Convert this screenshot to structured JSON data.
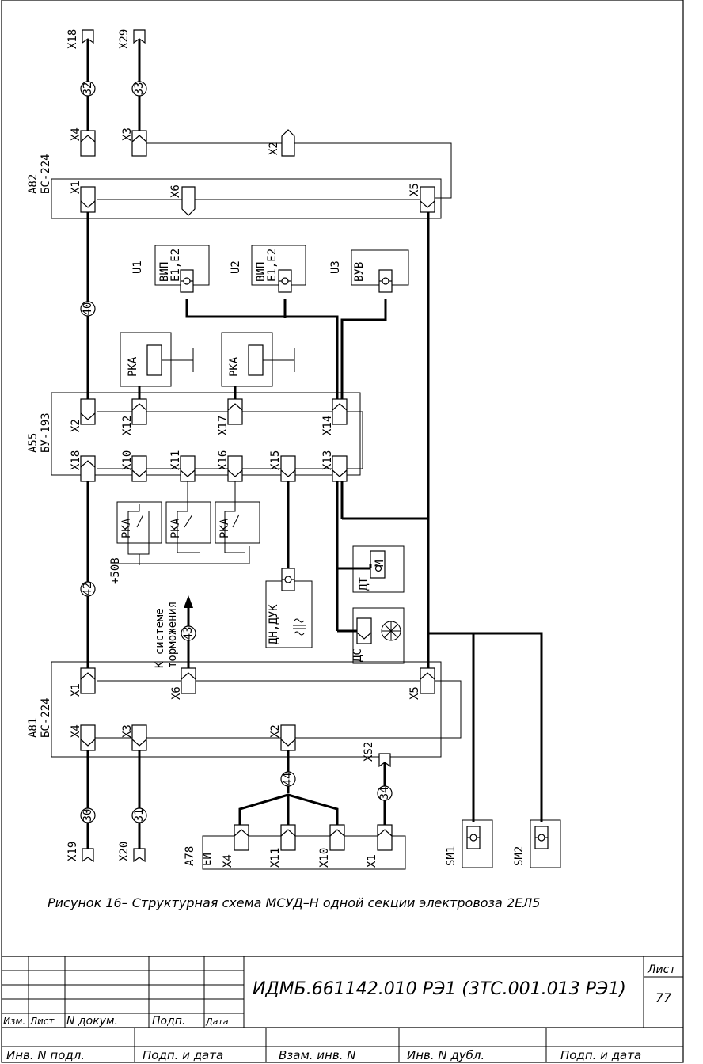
{
  "blocks": {
    "a82": {
      "ref": "А82",
      "type": "БС-224",
      "x1": "X1",
      "x2": "X2",
      "x3": "X3",
      "x4": "X4",
      "x5": "X5",
      "x6": "X6"
    },
    "a55": {
      "ref": "А55",
      "type": "БУ-193",
      "x2": "X2",
      "x10": "X10",
      "x11": "X11",
      "x12": "X12",
      "x13": "X13",
      "x14": "X14",
      "x15": "X15",
      "x16": "X16",
      "x17": "X17",
      "x18": "X18"
    },
    "a81": {
      "ref": "А81",
      "type": "БС-224",
      "x1": "X1",
      "x2": "X2",
      "x3": "X3",
      "x4": "X4",
      "x5": "X5",
      "x6": "X6"
    },
    "a78": {
      "ref": "А78",
      "type": "ЕИ",
      "x1": "X1",
      "x4": "X4",
      "x10": "X10",
      "x11": "X11"
    },
    "u1": {
      "ref": "U1",
      "l1": "ВИП",
      "l2": "Е1,Е2"
    },
    "u2": {
      "ref": "U2",
      "l1": "ВИП",
      "l2": "Е1,Е2"
    },
    "u3": {
      "ref": "U3",
      "l1": "ВУВ"
    },
    "rka": "РКА",
    "dt": "ДТ",
    "ds": "ДС",
    "dn": "ДН,ДУК",
    "sm1": "SM1",
    "sm2": "SM2"
  },
  "ext": {
    "x18": "X18",
    "x29": "X29",
    "x19": "X19",
    "x20": "X20",
    "xs2": "XS2",
    "v50": "+50В"
  },
  "brake": {
    "l1": "К системе",
    "l2": "торможения"
  },
  "cables": {
    "c32": "32",
    "c33": "33",
    "c40": "40",
    "c42": "42",
    "c43": "43",
    "c44": "44",
    "c30": "30",
    "c31": "31",
    "c34": "34"
  },
  "caption": "Рисунок 16– Структурная схема МСУД–Н одной секции электровоза 2ЕЛ5",
  "title_block": {
    "code": "ИДМБ.661142.010 РЭ1 (3ТС.001.013 РЭ1)",
    "sheet_label": "Лист",
    "sheet_no": "77",
    "headers": [
      "Изм.",
      "Лист",
      "N докум.",
      "Подп.",
      "Дата"
    ],
    "footer": [
      "Инв. N подл.",
      "Подп. и дата",
      "Взам. инв. N",
      "Инв. N дубл.",
      "Подп. и дата"
    ]
  }
}
